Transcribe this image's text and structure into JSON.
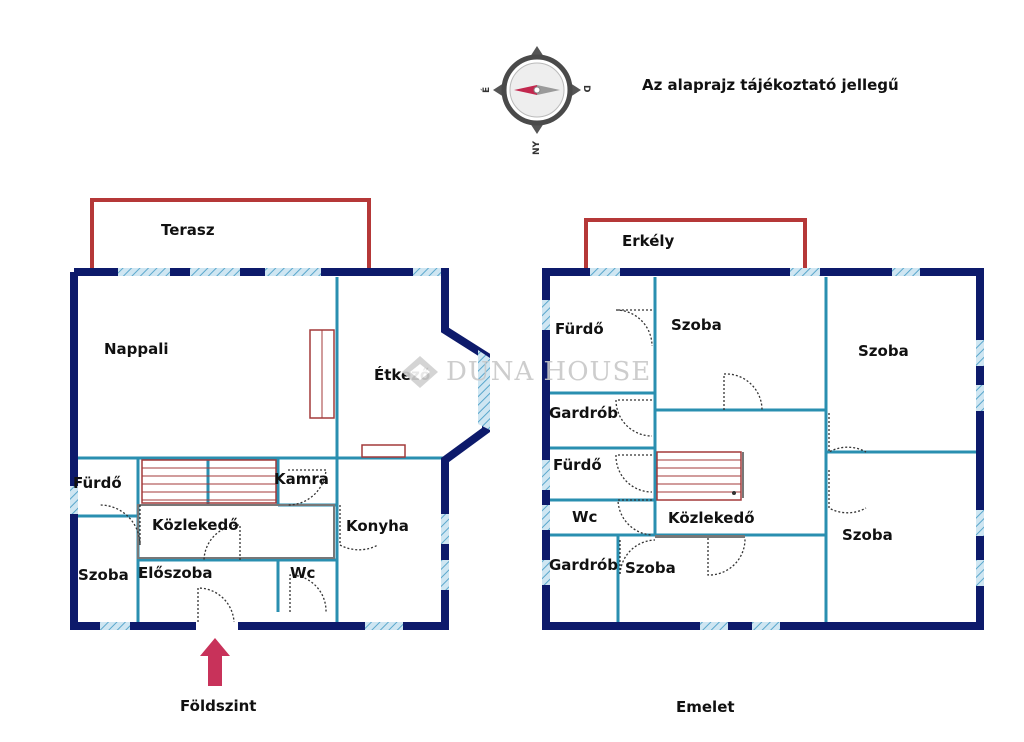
{
  "notice": "Az alaprajz tájékoztató jellegű",
  "compass": {
    "west": "É",
    "east": "D",
    "south": "NY"
  },
  "watermark": "DUNA HOUSE",
  "colors": {
    "outer_wall": "#0d1a6b",
    "inner_wall": "#2a8fb0",
    "terrace": "#b53838",
    "door": "#333333",
    "stairs": "#a33a3a",
    "entrance_arrow": "#c8325a"
  },
  "ground_floor": {
    "title": "Földszint",
    "terrace": "Terasz",
    "rooms": {
      "nappali": "Nappali",
      "etkezo": "Étkező",
      "furdo": "Fürdő",
      "kamra": "Kamra",
      "kozlekedo": "Közlekedő",
      "konyha": "Konyha",
      "szoba": "Szoba",
      "eloszoba": "Előszoba",
      "wc": "Wc"
    }
  },
  "upper_floor": {
    "title": "Emelet",
    "balcony": "Erkély",
    "rooms": {
      "furdo_1": "Fürdő",
      "szoba_1": "Szoba",
      "szoba_2": "Szoba",
      "gardrob_1": "Gardrób",
      "furdo_2": "Fürdő",
      "wc": "Wc",
      "kozlekedo": "Közlekedő",
      "szoba_3": "Szoba",
      "gardrob_2": "Gardrób",
      "szoba_4": "Szoba"
    }
  }
}
